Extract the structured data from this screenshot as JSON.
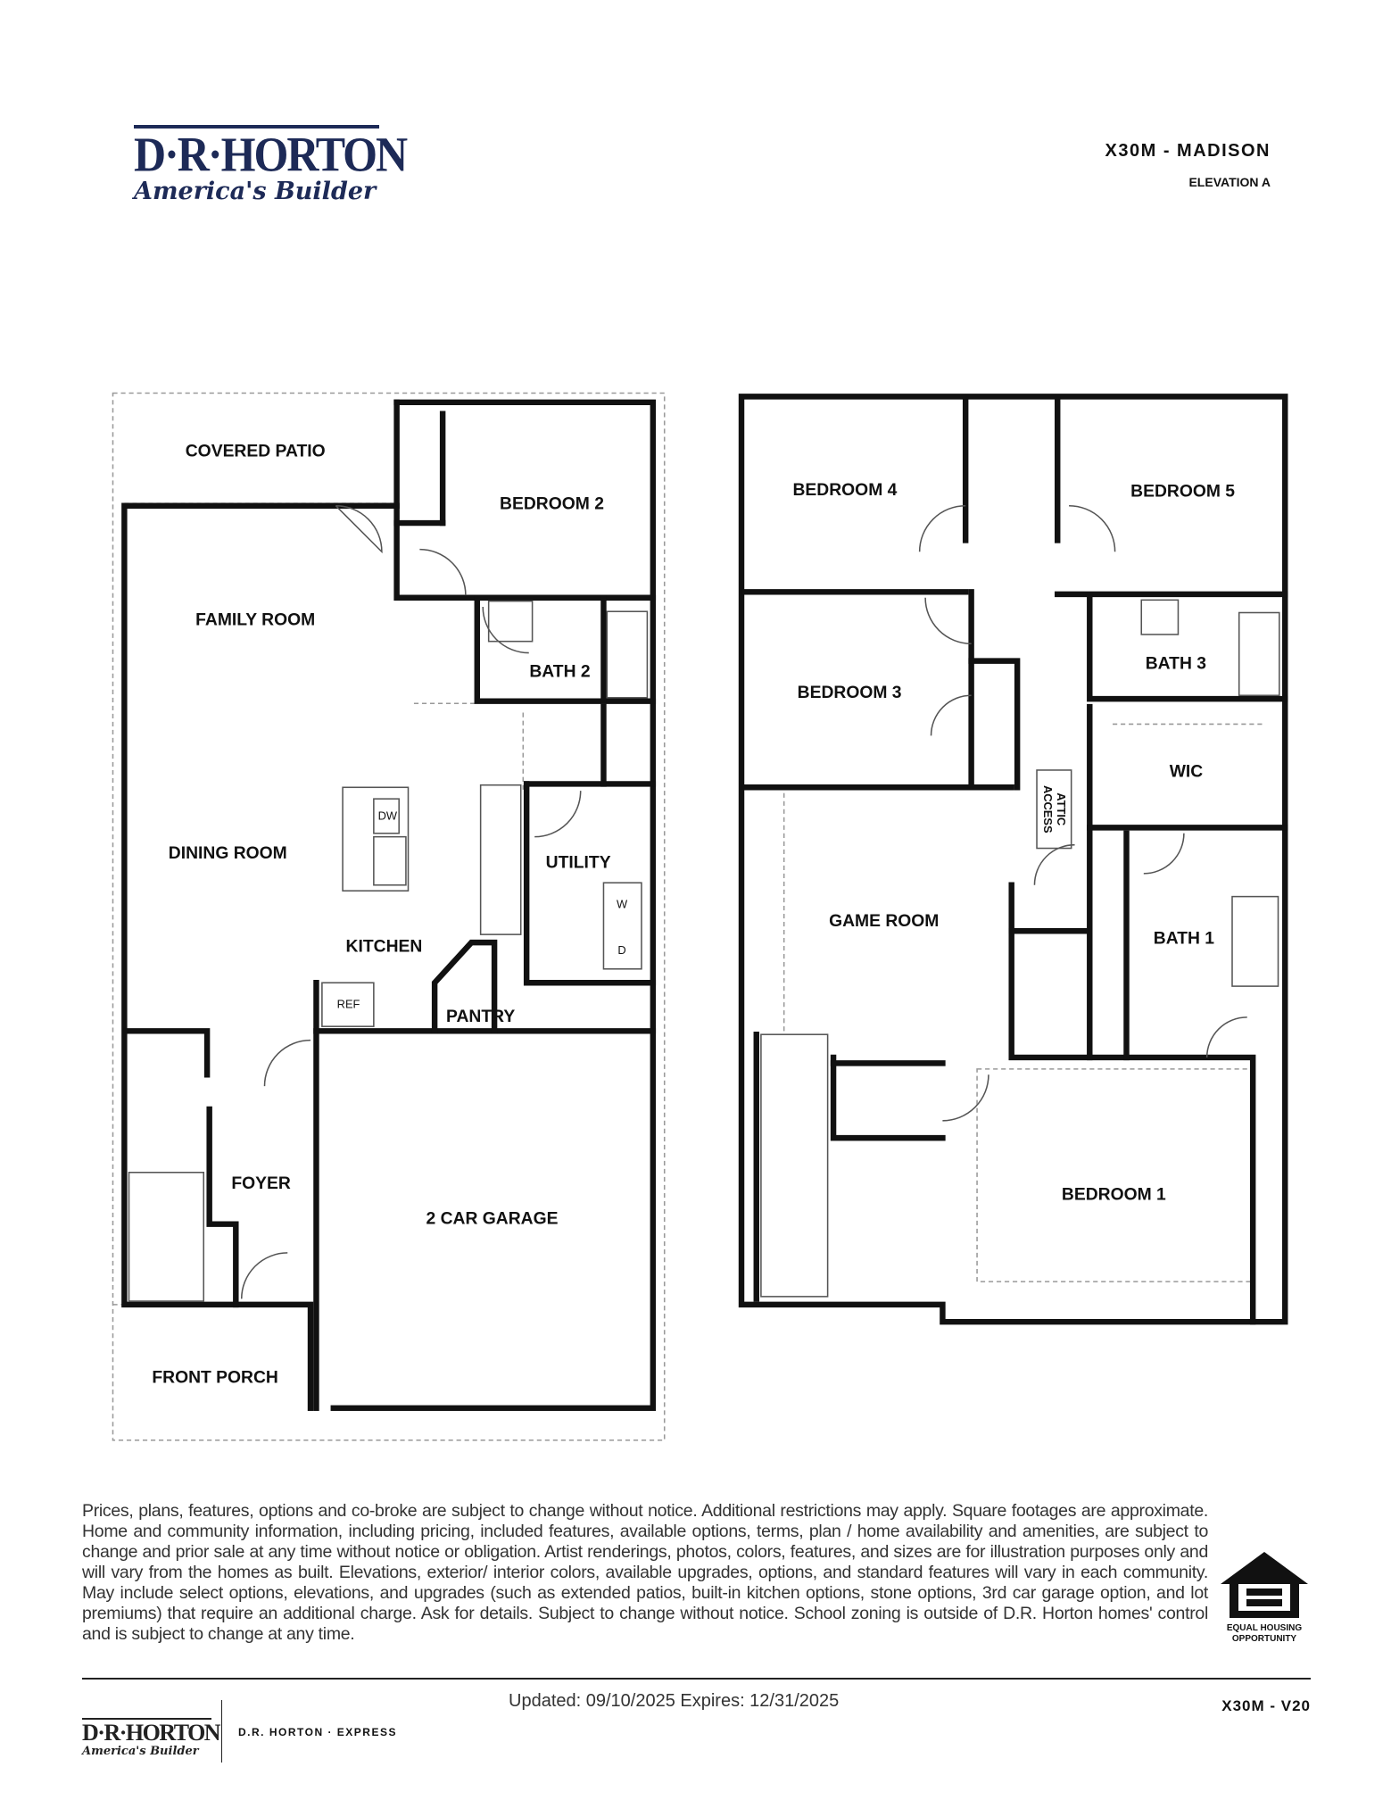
{
  "brand": {
    "name": "D·R·HORTON",
    "tagline": "America's Builder",
    "color": "#1d2a57"
  },
  "header": {
    "plan_name": "X30M - MADISON",
    "elevation": "ELEVATION A"
  },
  "first_floor": {
    "rooms": {
      "covered_patio": "COVERED PATIO",
      "bedroom2": "BEDROOM 2",
      "family_room": "FAMILY ROOM",
      "bath2": "BATH 2",
      "dining_room": "DINING ROOM",
      "kitchen": "KITCHEN",
      "utility": "UTILITY",
      "pantry": "PANTRY",
      "foyer": "FOYER",
      "garage": "2 CAR GARAGE",
      "front_porch": "FRONT PORCH"
    },
    "fixtures": {
      "dw": "DW",
      "ref": "REF",
      "washer": "W",
      "dryer": "D"
    }
  },
  "second_floor": {
    "rooms": {
      "bedroom4": "BEDROOM 4",
      "bedroom5": "BEDROOM 5",
      "bedroom3": "BEDROOM 3",
      "bath3": "BATH 3",
      "wic": "WIC",
      "attic_line1": "ATTIC",
      "attic_line2": "ACCESS",
      "game_room": "GAME ROOM",
      "bath1": "BATH 1",
      "bedroom1": "BEDROOM 1"
    }
  },
  "disclaimer": "Prices, plans, features, options and co-broke are subject to change without notice. Additional restrictions may apply.  Square footages are approximate. Home and community information, including pricing, included features, available options, terms, plan / home availability and amenities, are subject to change and prior sale at any time without notice or obligation. Artist renderings, photos, colors, features, and sizes are for illustration purposes only and will vary from the homes as built. Elevations, exterior/ interior colors, available upgrades, options, and standard features will vary in each community. May include select options, elevations, and upgrades (such as extended patios, built-in kitchen options, stone options, 3rd car garage option, and lot premiums) that require an additional charge. Ask for details. Subject to change without notice. School zoning is outside of D.R. Horton homes' control and is subject to change at any time.",
  "equal_housing": {
    "line1": "EQUAL HOUSING",
    "line2": "OPPORTUNITY"
  },
  "footer": {
    "updated": "Updated: 09/10/2025 Expires: 12/31/2025",
    "code": "X30M - V20",
    "division": "D.R. HORTON · EXPRESS"
  }
}
